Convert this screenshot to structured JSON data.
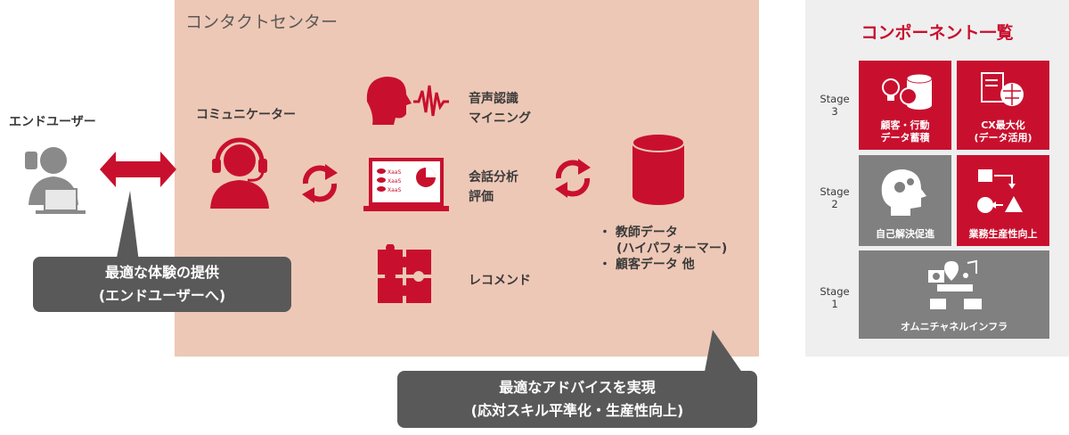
{
  "contact_center": {
    "title": "コンタクトセンター",
    "communicator": "コミュニケーター",
    "voice": [
      "音声認識",
      "マイニング"
    ],
    "analysis": [
      "会話分析",
      "評価"
    ],
    "recommend": "レコメンド",
    "data_items": [
      "教師データ",
      "(ハイパフォーマー)",
      "顧客データ 他"
    ],
    "screen_tags": [
      "XaaS",
      "XaaS",
      "XaaS"
    ]
  },
  "end_user": {
    "label": "エンドユーザー"
  },
  "callout_left": [
    "最適な体験の提供",
    "(エンドユーザーへ)"
  ],
  "callout_bottom": [
    "最適なアドバイスを実現",
    "(応対スキル平準化・生産性向上)"
  ],
  "components": {
    "title": "コンポーネント一覧",
    "stages": [
      {
        "label": [
          "Stage",
          "3"
        ]
      },
      {
        "label": [
          "Stage",
          "2"
        ]
      },
      {
        "label": [
          "Stage",
          "1"
        ]
      }
    ],
    "tiles": {
      "customer": [
        "顧客・行動",
        "データ蓄積"
      ],
      "cx": [
        "CX最大化",
        "(データ活用)"
      ],
      "self": [
        "自己解決促進"
      ],
      "productivity": [
        "業務生産性向上"
      ],
      "omni": [
        "オムニチャネルインフラ"
      ]
    }
  },
  "colors": {
    "accent": "#c8102e",
    "panel": "#eec8b6",
    "callout": "#595959",
    "gray_tile": "#808080"
  }
}
